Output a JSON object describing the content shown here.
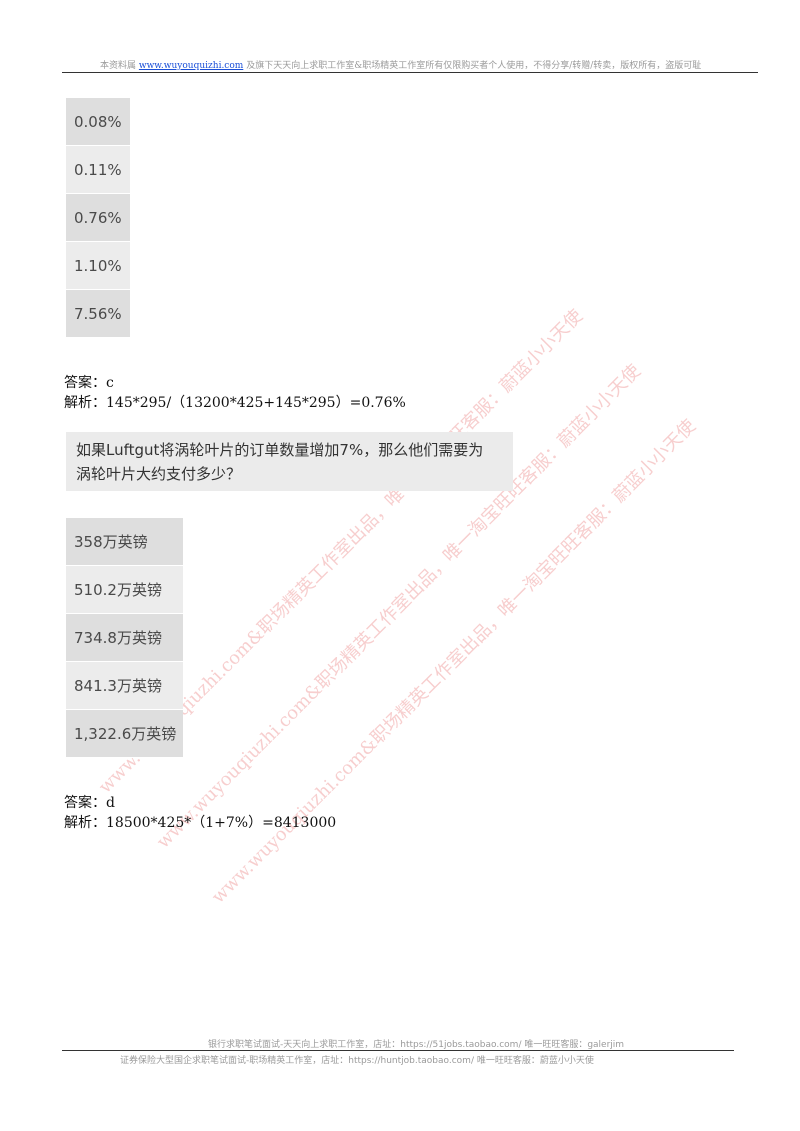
{
  "header": {
    "prefix": "本资料属",
    "link": "www.wuyouquizhi.com",
    "suffix": "及旗下天天向上求职工作室&职场精英工作室所有仅限购买者个人使用，不得分享/转赠/转卖，版权所有，盗版可耻"
  },
  "q1": {
    "options": [
      "0.08%",
      "0.11%",
      "0.76%",
      "1.10%",
      "7.56%"
    ],
    "answer": "答案：c",
    "analysis": "解析：145*295/（13200*425+145*295）=0.76%"
  },
  "q2": {
    "question_line1": "如果Luftgut将涡轮叶片的订单数量增加7%，那么他们需要为",
    "question_line2": "涡轮叶片大约支付多少？",
    "options": [
      "358万英镑",
      "510.2万英镑",
      "734.8万英镑",
      "841.3万英镑",
      "1,322.6万英镑"
    ],
    "answer": "答案：d",
    "analysis": "解析：18500*425*（1+7%）=8413000"
  },
  "watermarks": {
    "line1": "www.wuyouqiuzhi.com&职场精英工作室出品，唯一淘宝旺旺客服：蔚蓝小小天使",
    "line2": "www.wuyouqiuzhi.com&职场精英工作室出品，唯一淘宝旺旺客服：蔚蓝小小天使",
    "line3": "www.wuyouqiuzhi.com&职场精英工作室出品，唯一淘宝旺旺客服：蔚蓝小小天使"
  },
  "footer": {
    "line1": "银行求职笔试面试-天天向上求职工作室，店址：https://51jobs.taobao.com/  唯一旺旺客服：galerjim",
    "line2": "证券保险大型国企求职笔试面试-职场精英工作室，店址：https://huntjob.taobao.com/  唯一旺旺客服：蔚蓝小小天使"
  },
  "colors": {
    "link": "#1a4fd8",
    "option_dark": "#dedede",
    "option_light": "#ececec",
    "watermark": "#e15050"
  }
}
